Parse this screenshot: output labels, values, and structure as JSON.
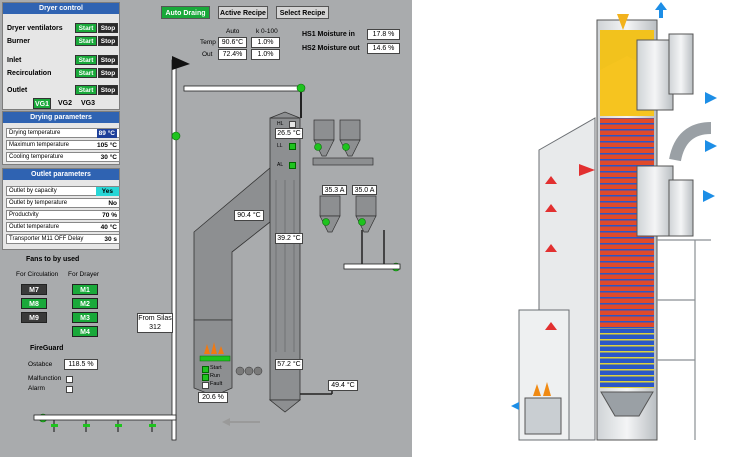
{
  "dryer_control": {
    "title": "Dryer control",
    "rows": [
      {
        "label": "Dryer ventilators",
        "start": "Start",
        "stop": "Stop"
      },
      {
        "label": "Burner",
        "start": "Start",
        "stop": "Stop"
      },
      {
        "label": "Inlet",
        "start": "Start",
        "stop": "Stop"
      },
      {
        "label": "Recirculation",
        "start": "Start",
        "stop": "Stop"
      },
      {
        "label": "Outlet",
        "start": "Start",
        "stop": "Stop"
      }
    ],
    "valves": [
      "VG1",
      "VG2",
      "VG3"
    ]
  },
  "drying_parameters": {
    "title": "Drying parameters",
    "rows": [
      {
        "label": "Drying temperature",
        "value": "89 °C"
      },
      {
        "label": "Maximum temperature",
        "value": "105 °C"
      },
      {
        "label": "Cooling temperature",
        "value": "30 °C"
      }
    ]
  },
  "outlet_parameters": {
    "title": "Outlet parameters",
    "rows": [
      {
        "label": "Outlet by capacity",
        "value": "Yes"
      },
      {
        "label": "Outlet by temperature",
        "value": "No"
      },
      {
        "label": "Productvity",
        "value": "70 %"
      },
      {
        "label": "Outlet temperature",
        "value": "40 °C"
      },
      {
        "label": "Transporter M11 OFF Delay",
        "value": "30 s"
      }
    ]
  },
  "fans": {
    "title": "Fans to by used",
    "circulation_label": "For Circulation",
    "dryer_label": "For Drayer",
    "circulation": [
      "M7",
      "M8",
      "M9"
    ],
    "dryer": [
      "M1",
      "M2",
      "M3",
      "M4"
    ]
  },
  "fireguard": {
    "title": "FireGuard",
    "distance_label": "Ostabce",
    "distance_value": "118.5 %",
    "malfunction_label": "Malfunction",
    "alarm_label": "Alarm"
  },
  "top_buttons": {
    "auto": "Auto Draing",
    "active_recipe": "Active Recipe",
    "select_recipe": "Select Recipe"
  },
  "temps": {
    "auto_label": "Auto",
    "k_label": "k 0-100",
    "temp_label": "Temp",
    "out_label": "Out",
    "temp_value": "90.6°C",
    "temp_k": "1.0%",
    "out_value": "72.4%",
    "out_k": "1.0%"
  },
  "moisture": {
    "in_label": "HS1 Moisture in",
    "in_value": "17.8 %",
    "out_label": "HS2 Moisture out",
    "out_value": "14.6 %"
  },
  "readouts": {
    "tower_top": "26.5 °C",
    "left_duct": "90.4 °C",
    "tower_mid": "39.2 °C",
    "tower_bottom": "57.2 °C",
    "burner": "20.6 %",
    "outlet": "49.4 °C",
    "amp1": "35.3 A",
    "amp2": "35.0 A",
    "from_silos_label": "From Silas",
    "from_silos_value": "312"
  },
  "level_labels": {
    "hl": "HL",
    "ll": "LL",
    "al": "AL"
  },
  "burner_lamps": [
    "Start",
    "Run",
    "Fault"
  ],
  "colors": {
    "header_blue": "#2f63b2",
    "start_green": "#19a93a",
    "panel_gray": "#a9abad"
  }
}
